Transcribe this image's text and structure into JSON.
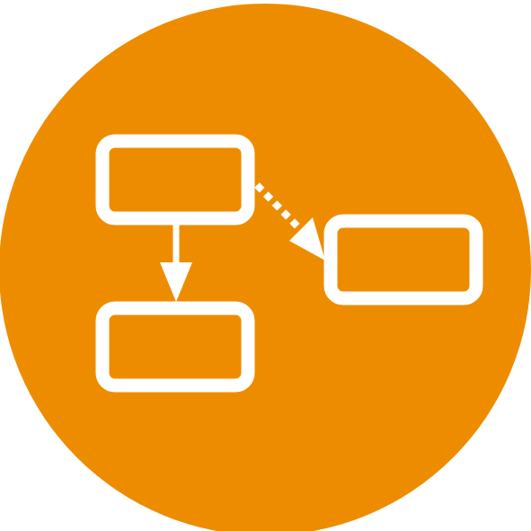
{
  "icon": {
    "name": "flowchart-icon",
    "background_shape": "circle",
    "colors": {
      "background": "#ee8c00",
      "foreground": "#ffffff"
    }
  },
  "diagram": {
    "nodes": [
      {
        "id": "top-left-box"
      },
      {
        "id": "bottom-left-box"
      },
      {
        "id": "right-box"
      }
    ],
    "edges": [
      {
        "from": "top-left-box",
        "to": "bottom-left-box",
        "style": "solid"
      },
      {
        "from": "top-left-box",
        "to": "right-box",
        "style": "dotted"
      }
    ]
  }
}
